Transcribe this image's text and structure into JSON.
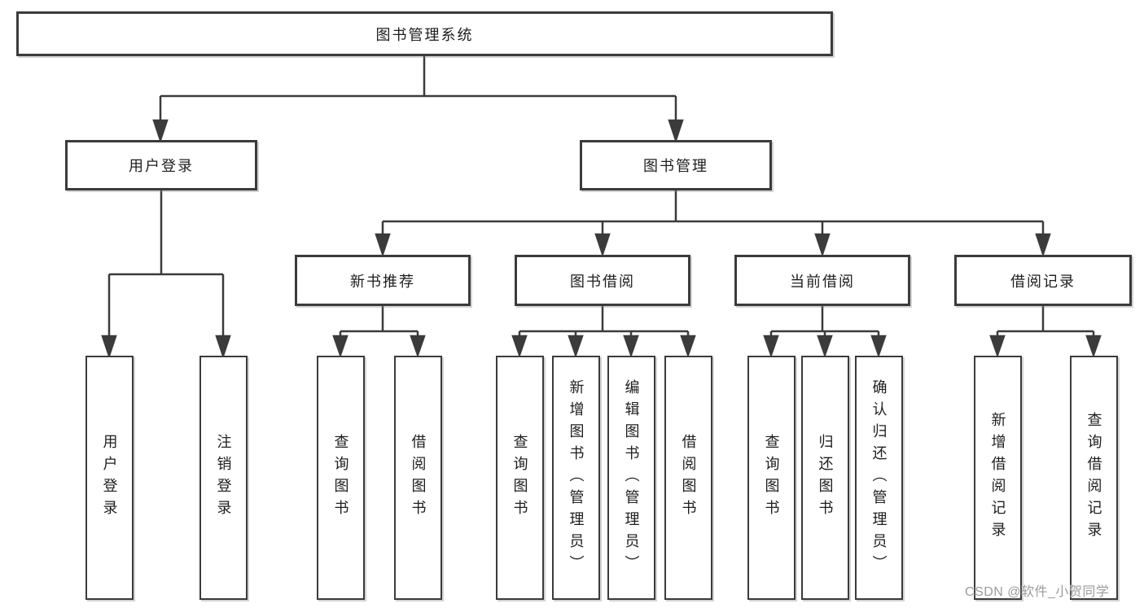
{
  "nodes": {
    "root": "图书管理系统",
    "user_login": "用户登录",
    "book_mgmt": "图书管理",
    "new_book_rec": "新书推荐",
    "book_borrow": "图书借阅",
    "current_borrow": "当前借阅",
    "borrow_records": "借阅记录"
  },
  "leaves": {
    "user_login": [
      "用户登录",
      "注销登录"
    ],
    "new_book_rec": [
      "查询图书",
      "借阅图书"
    ],
    "book_borrow": [
      "查询图书",
      "新增图书（管理员）",
      "编辑图书（管理员）",
      "借阅图书"
    ],
    "current_borrow": [
      "查询图书",
      "归还图书",
      "确认归还（管理员）"
    ],
    "borrow_records": [
      "新增借阅记录",
      "查询借阅记录"
    ]
  },
  "watermark": "CSDN @软件_小贺同学",
  "colors": {
    "line": "#3b3b3b",
    "text": "#1e1e1e",
    "watermark": "#9b9b9b",
    "background": "#ffffff"
  }
}
